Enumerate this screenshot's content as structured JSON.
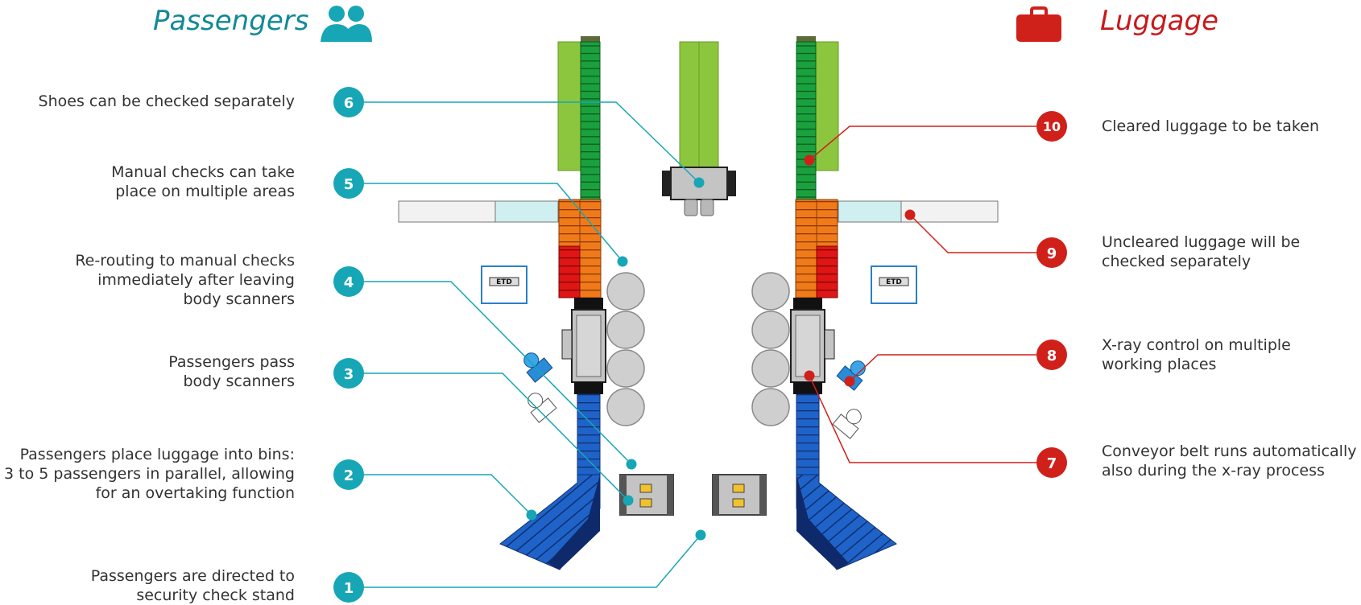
{
  "headers": {
    "passengers": "Passengers",
    "luggage": "Luggage"
  },
  "steps": [
    {
      "num": "1",
      "text": "Passengers are directed to\nsecurity check stand"
    },
    {
      "num": "2",
      "text": "Passengers place luggage into bins:\n3 to 5 passengers in parallel, allowing\nfor an overtaking function"
    },
    {
      "num": "3",
      "text": "Passengers pass\nbody scanners"
    },
    {
      "num": "4",
      "text": "Re-routing to manual checks\nimmediately after leaving\nbody scanners"
    },
    {
      "num": "5",
      "text": "Manual checks can take\nplace on multiple areas"
    },
    {
      "num": "6",
      "text": "Shoes can be checked separately"
    },
    {
      "num": "7",
      "text": "Conveyor belt runs automatically\nalso during the x-ray process"
    },
    {
      "num": "8",
      "text": "X-ray control on multiple\nworking places"
    },
    {
      "num": "9",
      "text": "Uncleared luggage will be\nchecked separately"
    },
    {
      "num": "10",
      "text": "Cleared luggage to be taken"
    }
  ],
  "etd_label": "ETD",
  "colors": {
    "teal": "#17a6b5",
    "red": "#d0201a",
    "green_belt": "#1aa13e",
    "light_green": "#8cc63e",
    "orange": "#f07a1a",
    "blue_belt": "#1f63c9",
    "navy": "#0f2a6b"
  }
}
